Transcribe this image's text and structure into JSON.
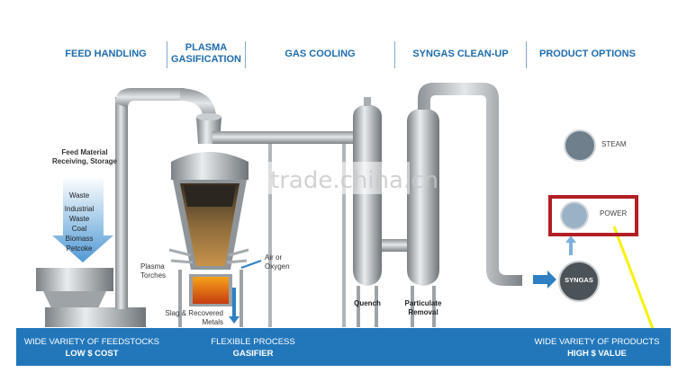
{
  "headers": [
    "FEED HANDLING",
    "PLASMA\nGASIFICATION",
    "GAS COOLING",
    "SYNGAS CLEAN-UP",
    "PRODUCT OPTIONS"
  ],
  "feed": {
    "title": "Feed Material\nReceiving, Storage",
    "items": [
      "Waste",
      "Industrial\nWaste",
      "Coal",
      "Biomass",
      "Petcoke"
    ]
  },
  "labels": {
    "plasma_torches": "Plasma\nTorches",
    "air_oxygen": "Air or\nOxygen",
    "slag": "Slag & Recovered\nMetals",
    "quench": "Quench",
    "particulate": "Particulate\nRemoval"
  },
  "products": {
    "steam": "STEAM",
    "power": "POWER",
    "syngas": "SYNGAS"
  },
  "bar": {
    "seg1_line1": "WIDE VARIETY OF FEEDSTOCKS",
    "seg1_line2": "LOW $ COST",
    "seg2_line1": "FLEXIBLE PROCESS",
    "seg2_line2": "GASIFIER",
    "seg3_line1": "WIDE VARIETY OF PRODUCTS",
    "seg3_line2": "HIGH $ VALUE"
  },
  "watermark": "trade.china.cn",
  "colors": {
    "header": "#1e6cae",
    "bar": "#2277bb",
    "highlight": "#b21f24",
    "annotation": "#f5f20a"
  }
}
